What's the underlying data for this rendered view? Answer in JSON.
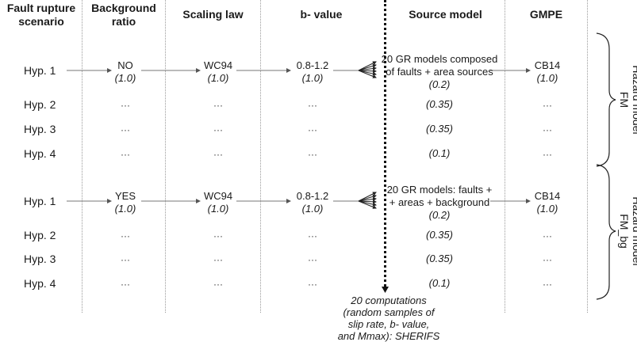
{
  "headers": {
    "scenario": "Fault rupture\nscenario",
    "background": "Background\nratio",
    "scaling": "Scaling law",
    "bvalue": "b- value",
    "source": "Source model",
    "gmpe": "GMPE"
  },
  "hyp_labels": [
    "Hyp. 1",
    "Hyp. 2",
    "Hyp. 3",
    "Hyp. 4"
  ],
  "ellipsis": "···",
  "fm": {
    "background": "NO",
    "background_w": "(1.0)",
    "scaling": "WC94",
    "scaling_w": "(1.0)",
    "bvalue": "0.8-1.2",
    "bvalue_w": "(1.0)",
    "source_line1": "20 GR models composed",
    "source_line2": "of faults + area sources",
    "source_w": "(0.2)",
    "gmpe": "CB14",
    "gmpe_w": "(1.0)",
    "weights": [
      "(0.35)",
      "(0.35)",
      "(0.1)"
    ],
    "label": "Hazard model\nFM"
  },
  "fmbg": {
    "background": "YES",
    "background_w": "(1.0)",
    "scaling": "WC94",
    "scaling_w": "(1.0)",
    "bvalue": "0.8-1.2",
    "bvalue_w": "(1.0)",
    "source_line1": "20 GR models: faults +",
    "source_line2": "+ areas + background",
    "source_w": "(0.2)",
    "gmpe": "CB14",
    "gmpe_w": "(1.0)",
    "weights": [
      "(0.35)",
      "(0.35)",
      "(0.1)"
    ],
    "label": "Hazard model\nFM_bg"
  },
  "note": {
    "line1": "20 computations",
    "line2": "(random samples of",
    "line3": "slip rate, b- value,",
    "line4": "and Mmax): SHERIFS"
  }
}
